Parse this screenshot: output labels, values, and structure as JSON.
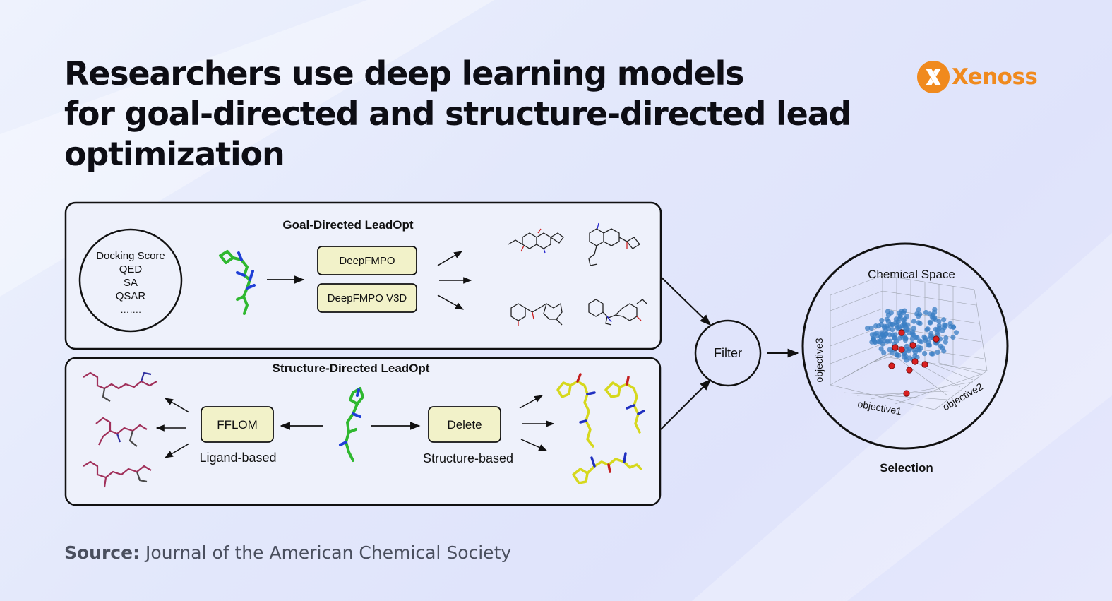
{
  "title": {
    "line1": "Researchers use deep learning models",
    "line2": "for goal-directed and structure-directed lead",
    "line3": "optimization"
  },
  "brand": {
    "name": "Xenoss",
    "accent_color": "#f08a1e"
  },
  "goal_panel": {
    "heading": "Goal-Directed  LeadOpt",
    "objectives": [
      "Docking Score",
      "QED",
      "SA",
      "QSAR",
      "……."
    ],
    "models": [
      "DeepFMPO",
      "DeepFMPO V3D"
    ]
  },
  "structure_panel": {
    "heading": "Structure-Directed  LeadOpt",
    "ligand_method": "FFLOM",
    "ligand_caption": "Ligand-based",
    "structure_method": "Delete",
    "structure_caption": "Structure-based"
  },
  "filter": {
    "label": "Filter"
  },
  "chemical_space": {
    "title": "Chemical Space",
    "x_axis": "objective1",
    "y_axis": "objective2",
    "z_axis": "objective3",
    "caption": "Selection",
    "point_color": "#3b7fc4",
    "selected_color": "#d82020"
  },
  "source": {
    "label": "Source:",
    "text": "Journal of the American Chemical Society"
  },
  "colors": {
    "method_box_fill": "#f2f2c9",
    "ligand_green": "#2fb82f",
    "ligand_blue": "#1f3fd6",
    "product_yellow": "#d6d81d",
    "product_magenta": "#a0305a"
  }
}
